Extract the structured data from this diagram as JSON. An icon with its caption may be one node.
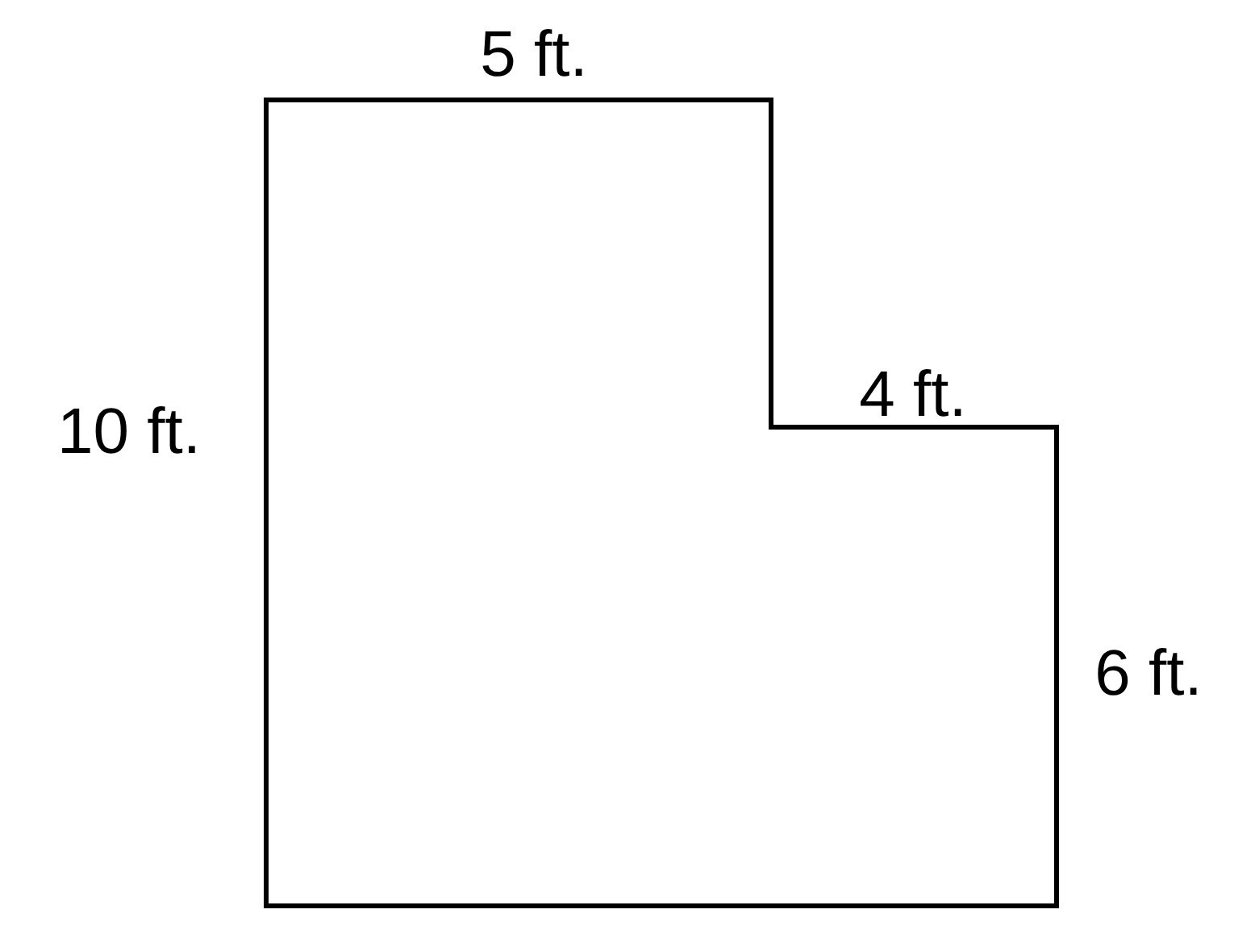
{
  "diagram": {
    "labels": [
      "5 ft.",
      "10 ft.",
      "4 ft.",
      "6 ft."
    ]
  }
}
